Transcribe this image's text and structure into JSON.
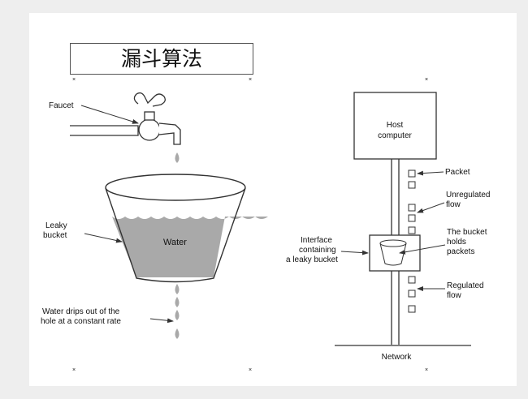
{
  "title": "漏斗算法",
  "left_panel": {
    "faucet_label": "Faucet",
    "bucket_label_line1": "Leaky",
    "bucket_label_line2": "bucket",
    "water_label": "Water",
    "drip_label_line1": "Water drips out of the",
    "drip_label_line2": "hole at a constant rate"
  },
  "right_panel": {
    "host_line1": "Host",
    "host_line2": "computer",
    "packet_label": "Packet",
    "unregulated_line1": "Unregulated",
    "unregulated_line2": "flow",
    "interface_line1": "Interface",
    "interface_line2": "containing",
    "interface_line3": "a leaky bucket",
    "bucket_holds_line1": "The bucket",
    "bucket_holds_line2": "holds",
    "bucket_holds_line3": "packets",
    "regulated_line1": "Regulated",
    "regulated_line2": "flow",
    "network_label": "Network"
  },
  "colors": {
    "water": "#a9a9a9",
    "stroke": "#333333",
    "background": "#eeeeee",
    "slide": "#ffffff"
  }
}
